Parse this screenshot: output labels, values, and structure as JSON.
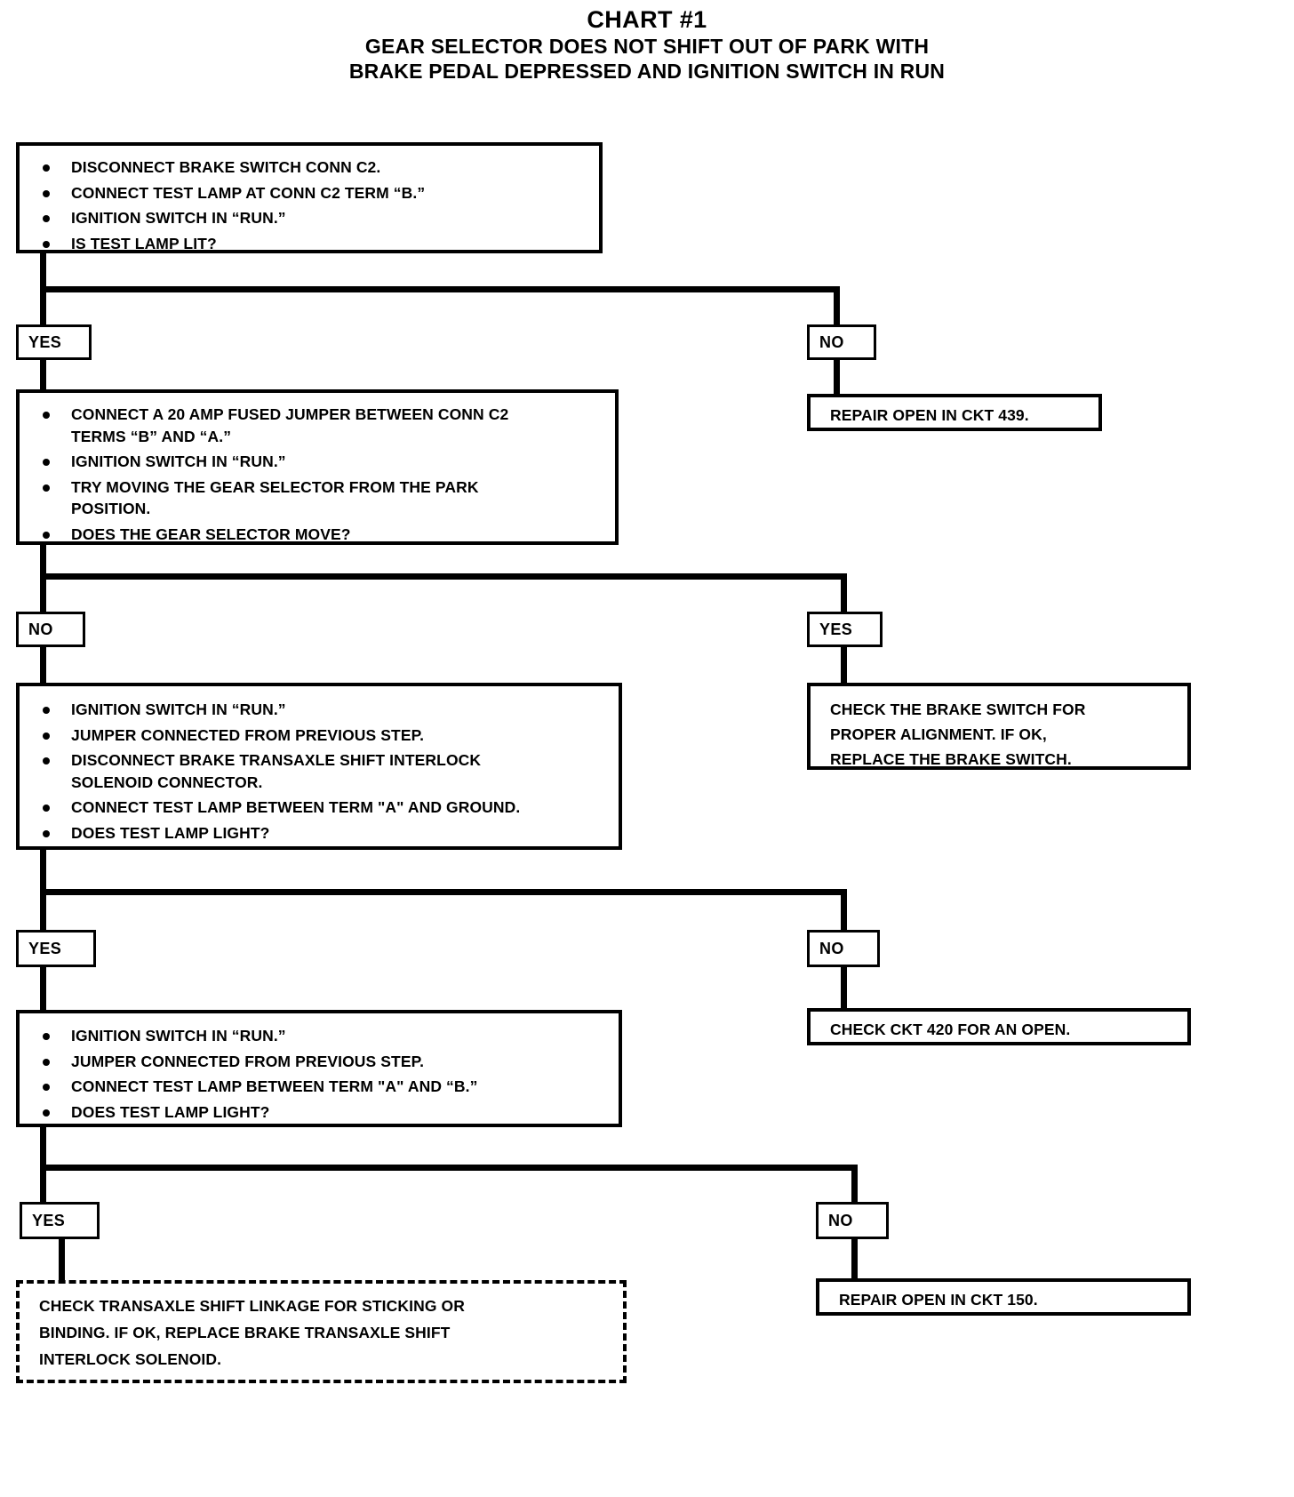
{
  "title": {
    "main": "CHART #1",
    "line2": "GEAR SELECTOR DOES NOT SHIFT OUT OF PARK WITH",
    "line3": "BRAKE PEDAL DEPRESSED AND IGNITION SWITCH IN RUN"
  },
  "labels": {
    "yes": "YES",
    "no": "NO"
  },
  "chart_data": {
    "type": "flowchart",
    "title": "CHART #1 — GEAR SELECTOR DOES NOT SHIFT OUT OF PARK WITH BRAKE PEDAL DEPRESSED AND IGNITION SWITCH IN RUN",
    "orientation": "top-to-bottom",
    "nodes": [
      {
        "id": "step1",
        "shape": "rect",
        "style": "solid",
        "kind": "test-step",
        "bullets": [
          "DISCONNECT BRAKE SWITCH CONN C2.",
          "CONNECT TEST LAMP AT CONN C2 TERM “B.”",
          "IGNITION SWITCH IN “RUN.”",
          "IS TEST LAMP LIT?"
        ]
      },
      {
        "id": "step1-yes",
        "shape": "rect",
        "kind": "branch-label",
        "text": "YES"
      },
      {
        "id": "step1-no",
        "shape": "rect",
        "kind": "branch-label",
        "text": "NO"
      },
      {
        "id": "action-ckt439",
        "shape": "rect",
        "style": "solid",
        "kind": "action",
        "text": "REPAIR OPEN IN CKT 439."
      },
      {
        "id": "step2",
        "shape": "rect",
        "style": "solid",
        "kind": "test-step",
        "bullets": [
          "CONNECT A 20 AMP FUSED JUMPER BETWEEN CONN C2 TERMS “B” AND “A.”",
          "IGNITION SWITCH IN “RUN.”",
          "TRY MOVING THE GEAR SELECTOR FROM THE PARK POSITION.",
          "DOES THE GEAR SELECTOR MOVE?"
        ]
      },
      {
        "id": "step2-no",
        "shape": "rect",
        "kind": "branch-label",
        "text": "NO"
      },
      {
        "id": "step2-yes",
        "shape": "rect",
        "kind": "branch-label",
        "text": "YES"
      },
      {
        "id": "action-brake-switch",
        "shape": "rect",
        "style": "solid",
        "kind": "action",
        "text": "CHECK THE BRAKE SWITCH FOR PROPER ALIGNMENT. IF OK, REPLACE THE BRAKE SWITCH."
      },
      {
        "id": "step3",
        "shape": "rect",
        "style": "solid",
        "kind": "test-step",
        "bullets": [
          "IGNITION SWITCH IN “RUN.”",
          "JUMPER CONNECTED FROM PREVIOUS STEP.",
          "DISCONNECT BRAKE TRANSAXLE SHIFT INTERLOCK SOLENOID CONNECTOR.",
          "CONNECT TEST LAMP BETWEEN TERM \"A\" AND GROUND.",
          "DOES TEST LAMP LIGHT?"
        ]
      },
      {
        "id": "step3-yes",
        "shape": "rect",
        "kind": "branch-label",
        "text": "YES"
      },
      {
        "id": "step3-no",
        "shape": "rect",
        "kind": "branch-label",
        "text": "NO"
      },
      {
        "id": "action-ckt420",
        "shape": "rect",
        "style": "solid",
        "kind": "action",
        "text": "CHECK CKT 420 FOR AN OPEN."
      },
      {
        "id": "step4",
        "shape": "rect",
        "style": "solid",
        "kind": "test-step",
        "bullets": [
          "IGNITION SWITCH IN “RUN.”",
          "JUMPER CONNECTED FROM PREVIOUS STEP.",
          "CONNECT TEST LAMP BETWEEN TERM \"A\" AND “B.”",
          "DOES TEST LAMP LIGHT?"
        ]
      },
      {
        "id": "step4-yes",
        "shape": "rect",
        "kind": "branch-label",
        "text": "YES"
      },
      {
        "id": "step4-no",
        "shape": "rect",
        "kind": "branch-label",
        "text": "NO"
      },
      {
        "id": "action-linkage",
        "shape": "rect",
        "style": "dashed",
        "kind": "action",
        "text": "CHECK TRANSAXLE SHIFT LINKAGE FOR STICKING OR BINDING. IF OK, REPLACE BRAKE TRANSAXLE SHIFT INTERLOCK SOLENOID."
      },
      {
        "id": "action-ckt150",
        "shape": "rect",
        "style": "solid",
        "kind": "action",
        "text": "REPAIR OPEN IN CKT 150."
      }
    ],
    "edges": [
      {
        "from": "step1",
        "to": "step1-yes",
        "label": "YES"
      },
      {
        "from": "step1",
        "to": "step1-no",
        "label": "NO"
      },
      {
        "from": "step1-no",
        "to": "action-ckt439"
      },
      {
        "from": "step1-yes",
        "to": "step2"
      },
      {
        "from": "step2",
        "to": "step2-no",
        "label": "NO"
      },
      {
        "from": "step2",
        "to": "step2-yes",
        "label": "YES"
      },
      {
        "from": "step2-yes",
        "to": "action-brake-switch"
      },
      {
        "from": "step2-no",
        "to": "step3"
      },
      {
        "from": "step3",
        "to": "step3-yes",
        "label": "YES"
      },
      {
        "from": "step3",
        "to": "step3-no",
        "label": "NO"
      },
      {
        "from": "step3-no",
        "to": "action-ckt420"
      },
      {
        "from": "step3-yes",
        "to": "step4"
      },
      {
        "from": "step4",
        "to": "step4-yes",
        "label": "YES"
      },
      {
        "from": "step4",
        "to": "step4-no",
        "label": "NO"
      },
      {
        "from": "step4-yes",
        "to": "action-linkage"
      },
      {
        "from": "step4-no",
        "to": "action-ckt150"
      }
    ],
    "colors": {
      "line": "#000000",
      "background": "#ffffff",
      "text": "#000000"
    }
  },
  "step1": {
    "b1": "DISCONNECT BRAKE SWITCH CONN C2.",
    "b2": "CONNECT TEST LAMP AT CONN C2 TERM “B.”",
    "b3": "IGNITION SWITCH IN “RUN.”",
    "b4": "IS TEST LAMP LIT?"
  },
  "step2": {
    "b1a": "CONNECT A 20 AMP FUSED JUMPER BETWEEN CONN C2",
    "b1b": "TERMS “B” AND “A.”",
    "b2": "IGNITION SWITCH IN “RUN.”",
    "b3a": "TRY MOVING THE GEAR SELECTOR FROM THE PARK",
    "b3b": "POSITION.",
    "b4": "DOES THE GEAR SELECTOR MOVE?"
  },
  "step3": {
    "b1": "IGNITION SWITCH IN “RUN.”",
    "b2": "JUMPER CONNECTED FROM PREVIOUS STEP.",
    "b3a": "DISCONNECT BRAKE TRANSAXLE SHIFT INTERLOCK",
    "b3b": "SOLENOID CONNECTOR.",
    "b4": "CONNECT TEST LAMP BETWEEN TERM \"A\" AND GROUND.",
    "b5": "DOES TEST LAMP LIGHT?"
  },
  "step4": {
    "b1": "IGNITION SWITCH IN “RUN.”",
    "b2": "JUMPER CONNECTED FROM PREVIOUS STEP.",
    "b3": "CONNECT TEST LAMP BETWEEN TERM \"A\" AND “B.”",
    "b4": "DOES TEST LAMP LIGHT?"
  },
  "actions": {
    "ckt439": "REPAIR OPEN IN CKT 439.",
    "brake_switch_l1": "CHECK THE BRAKE SWITCH FOR",
    "brake_switch_l2": "PROPER ALIGNMENT. IF OK,",
    "brake_switch_l3": "REPLACE THE BRAKE SWITCH.",
    "ckt420": "CHECK CKT 420 FOR AN OPEN.",
    "ckt150": "REPAIR OPEN IN CKT 150.",
    "linkage_l1": "CHECK TRANSAXLE SHIFT LINKAGE FOR STICKING OR",
    "linkage_l2": "BINDING. IF OK, REPLACE BRAKE TRANSAXLE SHIFT",
    "linkage_l3": "INTERLOCK SOLENOID."
  }
}
